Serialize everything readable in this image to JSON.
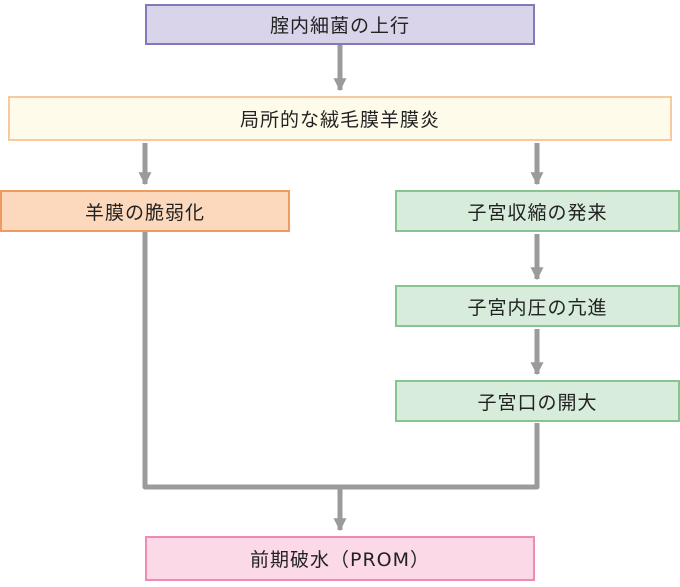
{
  "diagram": {
    "type": "flowchart",
    "language": "ja",
    "nodes": {
      "ascending_bacteria": {
        "label": "腟内細菌の上行",
        "fill": "#d9d4ea",
        "border": "#8279b8"
      },
      "chorioamnionitis": {
        "label": "局所的な絨毛膜羊膜炎",
        "fill": "#fffbea",
        "border": "#f6c9a0"
      },
      "amnion_weakening": {
        "label": "羊膜の脆弱化",
        "fill": "#fcd9bd",
        "border": "#f09a62"
      },
      "uterine_contraction": {
        "label": "子宮収縮の発来",
        "fill": "#d8ecdb",
        "border": "#86c492"
      },
      "intrauterine_pressure": {
        "label": "子宮内圧の亢進",
        "fill": "#d8ecdb",
        "border": "#86c492"
      },
      "cervical_dilation": {
        "label": "子宮口の開大",
        "fill": "#d8ecdb",
        "border": "#86c492"
      },
      "prom": {
        "label": "前期破水（PROM）",
        "fill": "#fbd9e6",
        "border": "#ef8ab4"
      }
    },
    "edges": [
      {
        "from": "ascending_bacteria",
        "to": "chorioamnionitis"
      },
      {
        "from": "chorioamnionitis",
        "to": "amnion_weakening"
      },
      {
        "from": "chorioamnionitis",
        "to": "uterine_contraction"
      },
      {
        "from": "uterine_contraction",
        "to": "intrauterine_pressure"
      },
      {
        "from": "intrauterine_pressure",
        "to": "cervical_dilation"
      },
      {
        "from": "amnion_weakening",
        "to": "prom"
      },
      {
        "from": "cervical_dilation",
        "to": "prom"
      }
    ],
    "colors": {
      "arrow": "#9b9b9b",
      "text": "#222222",
      "background": "#ffffff"
    }
  }
}
